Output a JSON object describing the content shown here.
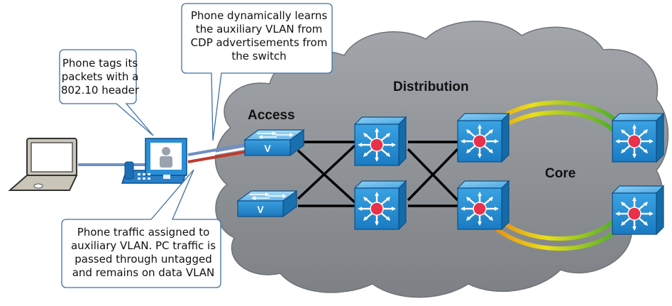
{
  "labels": {
    "access": "Access",
    "distribution": "Distribution",
    "core": "Core",
    "access_switch_mark": "V"
  },
  "callouts": {
    "phone_tags": [
      "Phone tags its",
      "packets with a",
      "802.10 header"
    ],
    "cdp_learn": [
      "Phone dynamically learns",
      "the auxiliary VLAN from",
      "CDP advertisements from",
      "the switch"
    ],
    "traffic": [
      "Phone traffic assigned to",
      "auxiliary VLAN. PC traffic is",
      "passed through untagged",
      "and remains on data VLAN"
    ]
  },
  "icons": {
    "laptop": "laptop-icon",
    "ip_phone": "ip-phone-icon",
    "access_switch": "access-switch-icon",
    "multilayer_switch": "multilayer-switch-icon",
    "cloud": "network-cloud"
  },
  "colors": {
    "cloud_fill": "#8e9296",
    "switch_blue": "#2a8fd0",
    "link_black": "#000000",
    "pc_link": "#6f8fc4",
    "tagged_link_red": "#c0392b",
    "core_ring_green": "#5bb82e",
    "core_ring_yellow": "#e8e018",
    "core_ring_orange": "#e87a1a",
    "callout_border": "#3f6fa8"
  }
}
